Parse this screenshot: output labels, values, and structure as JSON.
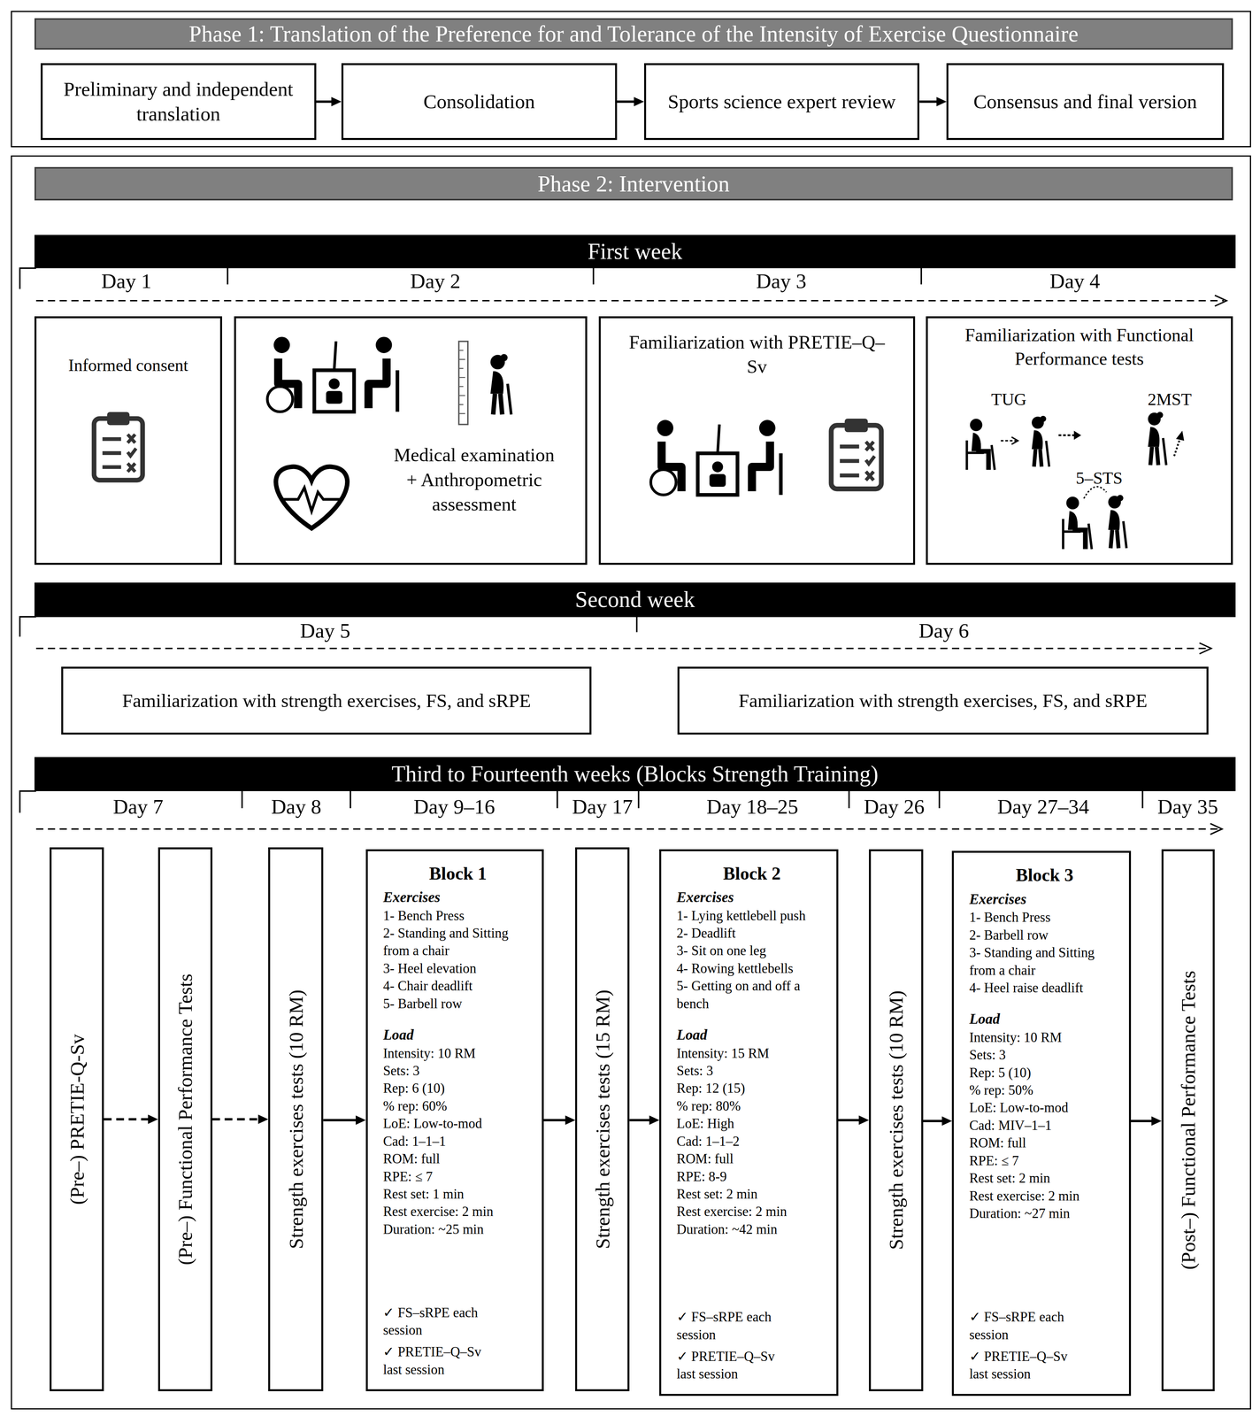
{
  "diagram": {
    "nodes": [
      {
        "text": [
          "Phase 1: Translation of the Preference for and Tolerance of the Intensity of Exercise Questionnaire"
        ]
      },
      {
        "text": [
          "Preliminary and independent translation"
        ],
        "in": 0
      },
      {
        "text": [
          "Consolidation"
        ],
        "in": 0
      },
      {
        "text": [
          "Sports science expert review"
        ],
        "in": 0
      },
      {
        "text": [
          "Consensus and final version"
        ],
        "in": 0
      },
      {
        "text": [
          "Phase 2: Intervention"
        ]
      },
      {
        "text": [
          "First week"
        ],
        "in": 5
      },
      {
        "text": [
          "Informed consent"
        ],
        "in": 5
      },
      {
        "text": [
          "Medical examination + Anthropometric assessment"
        ],
        "in": 5
      },
      {
        "text": [
          "Familiarization with PRETIE–Q–Sv"
        ],
        "in": 5
      },
      {
        "text": [
          "Familiarization with Functional Performance tests",
          "TUG",
          "2MST",
          "5–STS"
        ],
        "in": 5
      },
      {
        "text": [
          "Second week"
        ],
        "in": 5
      },
      {
        "text": [
          "Familiarization with strength exercises, FS, and sRPE"
        ],
        "in": 5
      },
      {
        "text": [
          "Familiarization with strength exercises, FS, and sRPE"
        ],
        "in": 5
      },
      {
        "text": [
          "Third to Fourteenth weeks (Blocks Strength Training)"
        ],
        "in": 5
      },
      {
        "text": [
          "(Pre–) PRETIE-Q-Sv"
        ],
        "in": 5
      },
      {
        "text": [
          "(Pre–) Functional Performance Tests"
        ],
        "in": 5
      },
      {
        "text": [
          "Strength exercises tests (10 RM)"
        ],
        "in": 5
      },
      {
        "text": [
          "Block 1",
          "Exercises",
          "1- Bench Press",
          "2- Standing and Sitting from a chair",
          "3- Heel elevation",
          "4- Chair deadlift",
          "5- Barbell row",
          "Load",
          "Intensity: 10 RM",
          "Sets: 3",
          "Rep: 6 (10)",
          "% rep: 60%",
          "LoE: Low-to-mod",
          "Cad: 1–1–1",
          "ROM: full",
          "RPE: ≤ 7",
          "Rest set: 1 min",
          "Rest exercise: 2 min",
          "Duration: ~25 min",
          "✓ FS–sRPE each session",
          "✓ PRETIE–Q–Sv last session"
        ],
        "in": 5
      },
      {
        "text": [
          "Strength exercises tests (15 RM)"
        ],
        "in": 5
      },
      {
        "text": [
          "Block 2",
          "Exercises",
          "1- Lying kettlebell push",
          "2- Deadlift",
          "3- Sit on one leg",
          "4- Rowing kettlebells",
          "5- Getting on and off a bench",
          "Load",
          "Intensity: 15 RM",
          "Sets: 3",
          "Rep: 12 (15)",
          "% rep: 80%",
          "LoE: High",
          "Cad: 1–1–2",
          "ROM: full",
          "RPE: 8-9",
          "Rest set: 2 min",
          "Rest exercise: 2 min",
          "Duration: ~42 min",
          "✓ FS–sRPE each session",
          "✓ PRETIE–Q–Sv last session"
        ],
        "in": 5
      },
      {
        "text": [
          "Strength exercises tests (10 RM)"
        ],
        "in": 5
      },
      {
        "text": [
          "Block 3",
          "Exercises",
          "1- Bench Press",
          "2- Barbell row",
          "3- Standing and Sitting from a chair",
          "4- Heel raise deadlift",
          "Load",
          "Intensity: 10 RM",
          "Sets: 3",
          "Rep: 5 (10)",
          "% rep: 50%",
          "LoE: Low-to-mod",
          "Cad: MIV–1–1",
          "ROM: full",
          "RPE: ≤ 7",
          "Rest set: 2 min",
          "Rest exercise: 2 min",
          "Duration: ~27 min",
          "✓ FS–sRPE each session",
          "✓ PRETIE–Q–Sv last session"
        ],
        "in": 5
      },
      {
        "text": [
          "(Post–) Functional Performance Tests"
        ],
        "in": 5
      }
    ],
    "edges": [
      {
        "from": 1,
        "to": 2,
        "arrow": "to"
      },
      {
        "from": 2,
        "to": 3,
        "arrow": "to"
      },
      {
        "from": 3,
        "to": 4,
        "arrow": "to"
      },
      {
        "from": 15,
        "to": 16,
        "arrow": "to"
      },
      {
        "from": 16,
        "to": 17,
        "arrow": "to"
      },
      {
        "from": 17,
        "to": 18,
        "arrow": "to"
      },
      {
        "from": 18,
        "to": 19,
        "arrow": "to"
      },
      {
        "from": 19,
        "to": 20,
        "arrow": "to"
      },
      {
        "from": 20,
        "to": 21,
        "arrow": "to"
      },
      {
        "from": 21,
        "to": 22,
        "arrow": "to"
      },
      {
        "from": 22,
        "to": 23,
        "arrow": "to"
      }
    ],
    "labels": [
      "Day 1",
      "Day 2",
      "Day 3",
      "Day 4",
      "Day 5",
      "Day 6",
      "Day 7",
      "Day 8",
      "Day 9–16",
      "Day 17",
      "Day 18–25",
      "Day 26",
      "Day 27–34",
      "Day 35"
    ]
  }
}
